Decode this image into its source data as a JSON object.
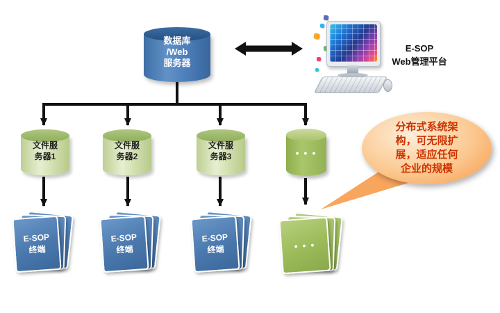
{
  "diagram": {
    "db_server": {
      "label": "数据库\n/Web\n服务器"
    },
    "web_platform": {
      "label": "E-SOP\nWeb管理平台"
    },
    "file_servers": [
      {
        "label": "文件服\n务器1"
      },
      {
        "label": "文件服\n务器2"
      },
      {
        "label": "文件服\n务器3"
      },
      {
        "label": "● ● ●"
      }
    ],
    "terminals": [
      {
        "label": "E-SOP\n终端"
      },
      {
        "label": "E-SOP\n终端"
      },
      {
        "label": "E-SOP\n终端"
      },
      {
        "label": "● ● ●"
      }
    ],
    "callout": {
      "text": "分布式系统架\n构，可无限扩\n展，适应任何\n企业的规模"
    }
  },
  "colors": {
    "server_blue": "#4f81bd",
    "file_server_green_light": "#d6e3b6",
    "more_green": "#9bbb59",
    "terminal_blue": "#4a78ad",
    "callout_orange": "#f79646",
    "callout_text_red": "#cc3300",
    "connector_black": "#111111"
  },
  "icons": {
    "computer": "computer-icon",
    "keyboard": "keyboard-icon",
    "mouse": "mouse-icon",
    "app_tiles": "app-tile-icon"
  }
}
